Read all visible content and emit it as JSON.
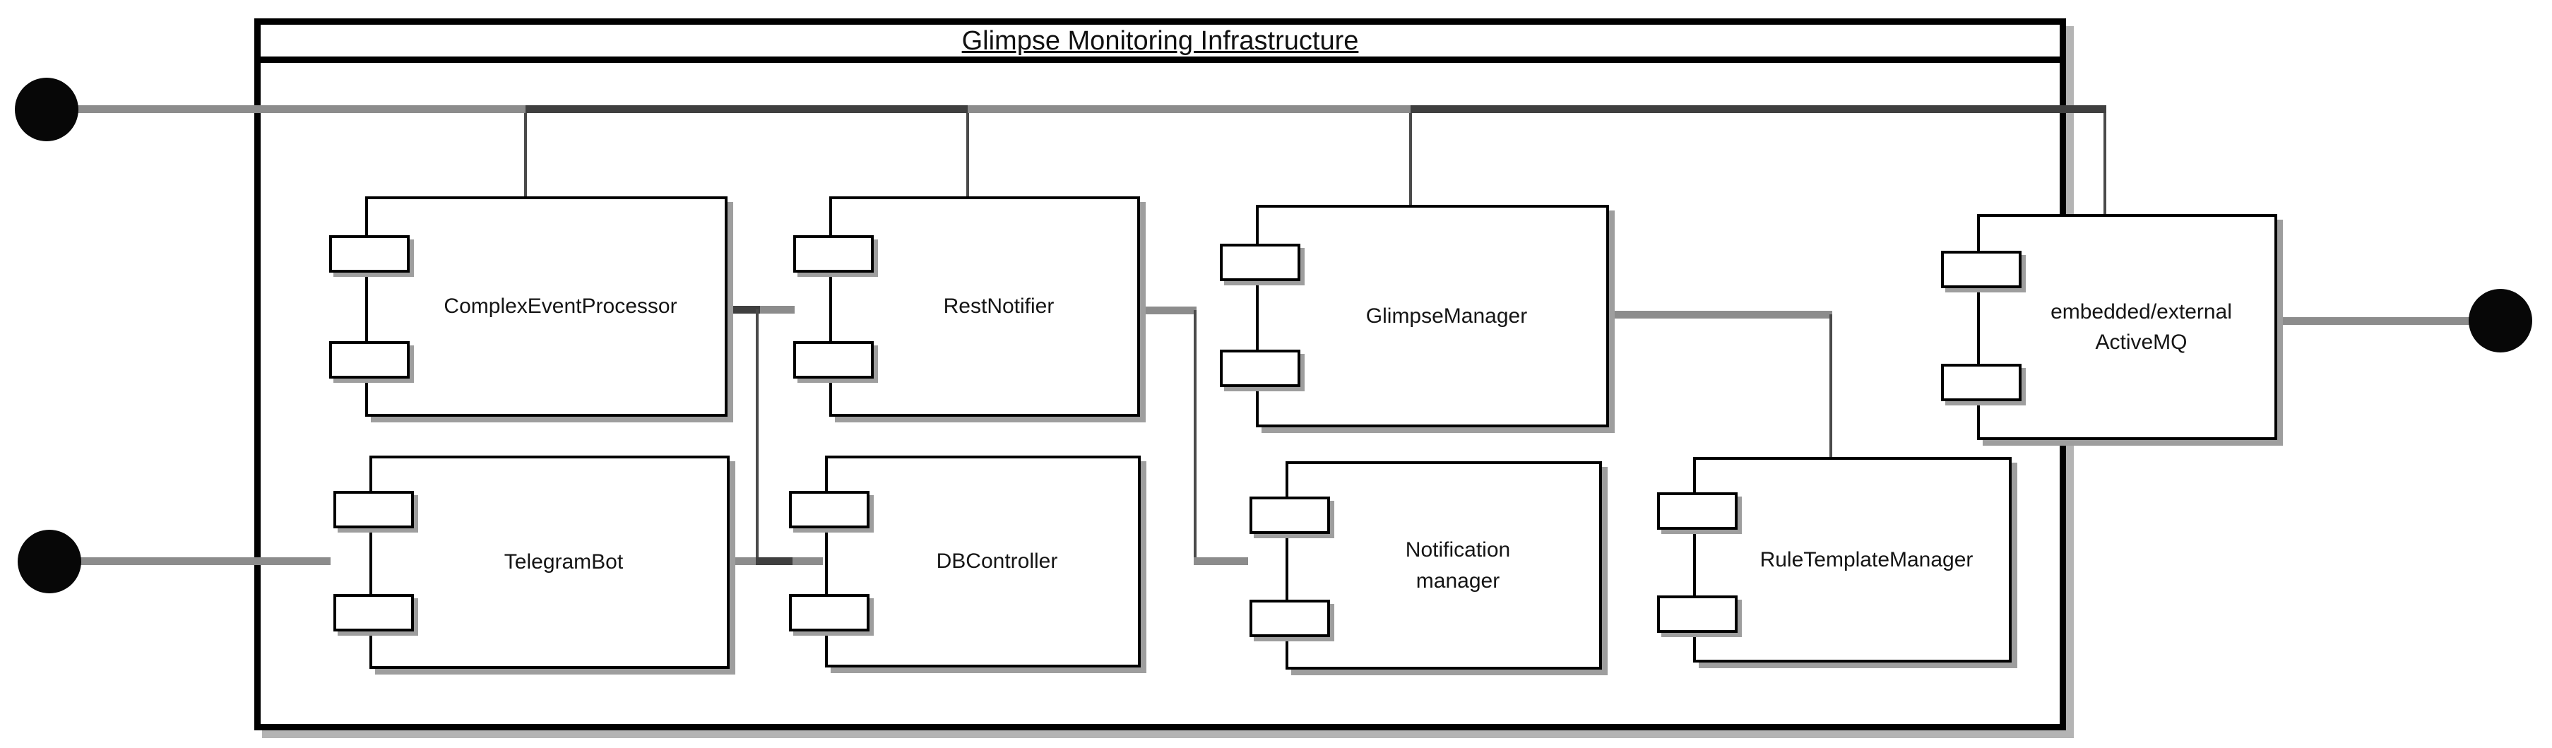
{
  "diagram": {
    "title": "Glimpse Monitoring Infrastructure",
    "type": "uml-component-diagram",
    "colors": {
      "background": "#ffffff",
      "border": "#000000",
      "connector_gray": "#8c8c8c",
      "connector_dark": "#3f3f3f",
      "shadow": "#9e9e9e"
    },
    "components": [
      {
        "id": "complex-event-processor",
        "label": "ComplexEventProcessor",
        "ports": 2
      },
      {
        "id": "rest-notifier",
        "label": "RestNotifier",
        "ports": 2
      },
      {
        "id": "glimpse-manager",
        "label": "GlimpseManager",
        "ports": 2
      },
      {
        "id": "activemq",
        "label": "embedded/external\nActiveMQ",
        "ports": 2
      },
      {
        "id": "telegram-bot",
        "label": "TelegramBot",
        "ports": 2
      },
      {
        "id": "db-controller",
        "label": "DBController",
        "ports": 2
      },
      {
        "id": "notification-manager",
        "label": "Notification\nmanager",
        "ports": 2
      },
      {
        "id": "rule-template-manager",
        "label": "RuleTemplateManager",
        "ports": 2
      }
    ],
    "interfaces": [
      {
        "id": "ball-top-left",
        "shape": "filled-circle",
        "attached_to": "top bus line"
      },
      {
        "id": "ball-mid-left",
        "shape": "filled-circle",
        "attached_to": "TelegramBot"
      },
      {
        "id": "ball-right",
        "shape": "filled-circle",
        "attached_to": "embedded/external ActiveMQ"
      }
    ],
    "connections": [
      {
        "from": "ball-top-left",
        "to": "ComplexEventProcessor"
      },
      {
        "from": "ball-top-left",
        "to": "RestNotifier"
      },
      {
        "from": "ball-top-left",
        "to": "GlimpseManager"
      },
      {
        "from": "ball-top-left",
        "to": "embedded/external ActiveMQ"
      },
      {
        "from": "ComplexEventProcessor",
        "to": "RestNotifier"
      },
      {
        "from": "ComplexEventProcessor",
        "to": "DBController"
      },
      {
        "from": "TelegramBot",
        "to": "DBController"
      },
      {
        "from": "RestNotifier",
        "to": "Notification manager"
      },
      {
        "from": "GlimpseManager",
        "to": "RuleTemplateManager"
      },
      {
        "from": "ball-mid-left",
        "to": "TelegramBot"
      },
      {
        "from": "embedded/external ActiveMQ",
        "to": "ball-right"
      }
    ]
  }
}
